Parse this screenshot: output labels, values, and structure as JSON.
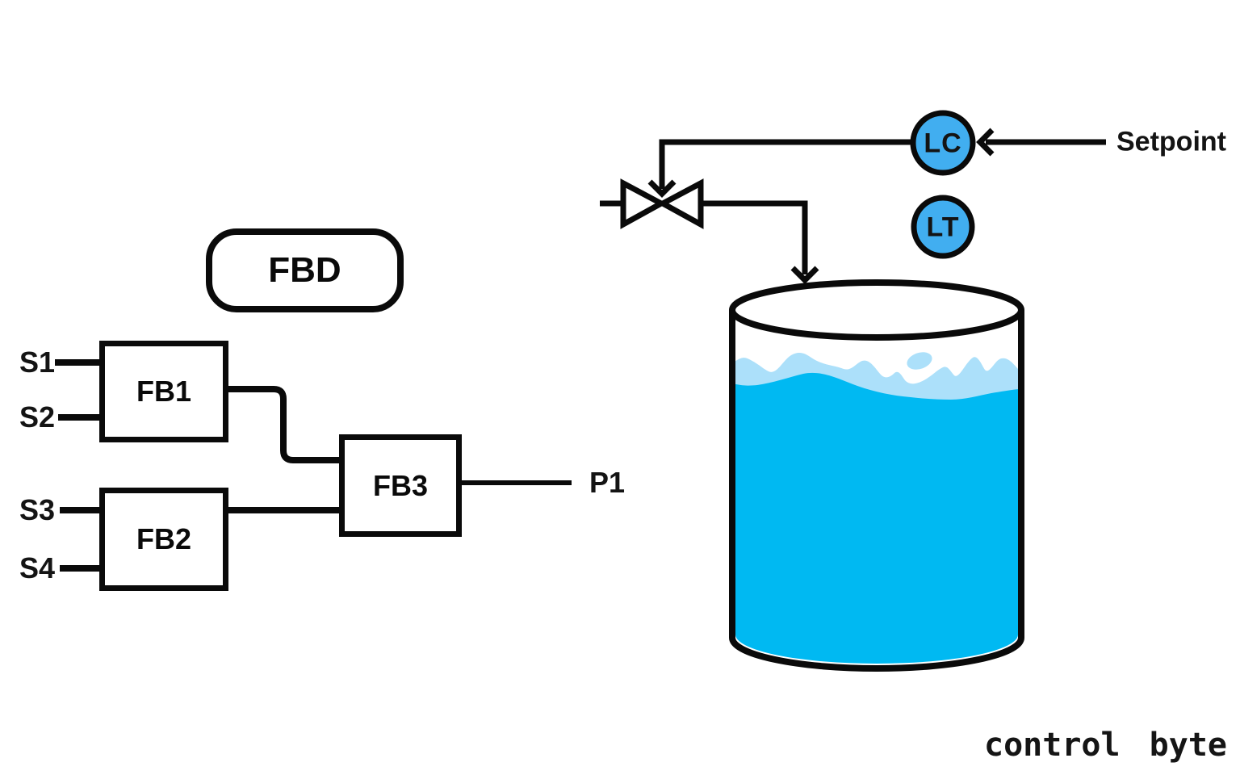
{
  "fbd": {
    "legend_label": "FBD",
    "blocks": {
      "fb1": "FB1",
      "fb2": "FB2",
      "fb3": "FB3"
    },
    "inputs": [
      "S1",
      "S2",
      "S3",
      "S4"
    ],
    "output_label": "P1"
  },
  "process": {
    "level_controller_label": "LC",
    "level_transmitter_label": "LT",
    "setpoint_label": "Setpoint"
  },
  "brand": {
    "logo_text": "control byte"
  },
  "colors": {
    "line_black": "#0a0a0a",
    "instrument_blue": "#41aef0",
    "water_blue": "#00b9f2",
    "water_light_blue": "#ace0fa",
    "background": "#ffffff"
  }
}
